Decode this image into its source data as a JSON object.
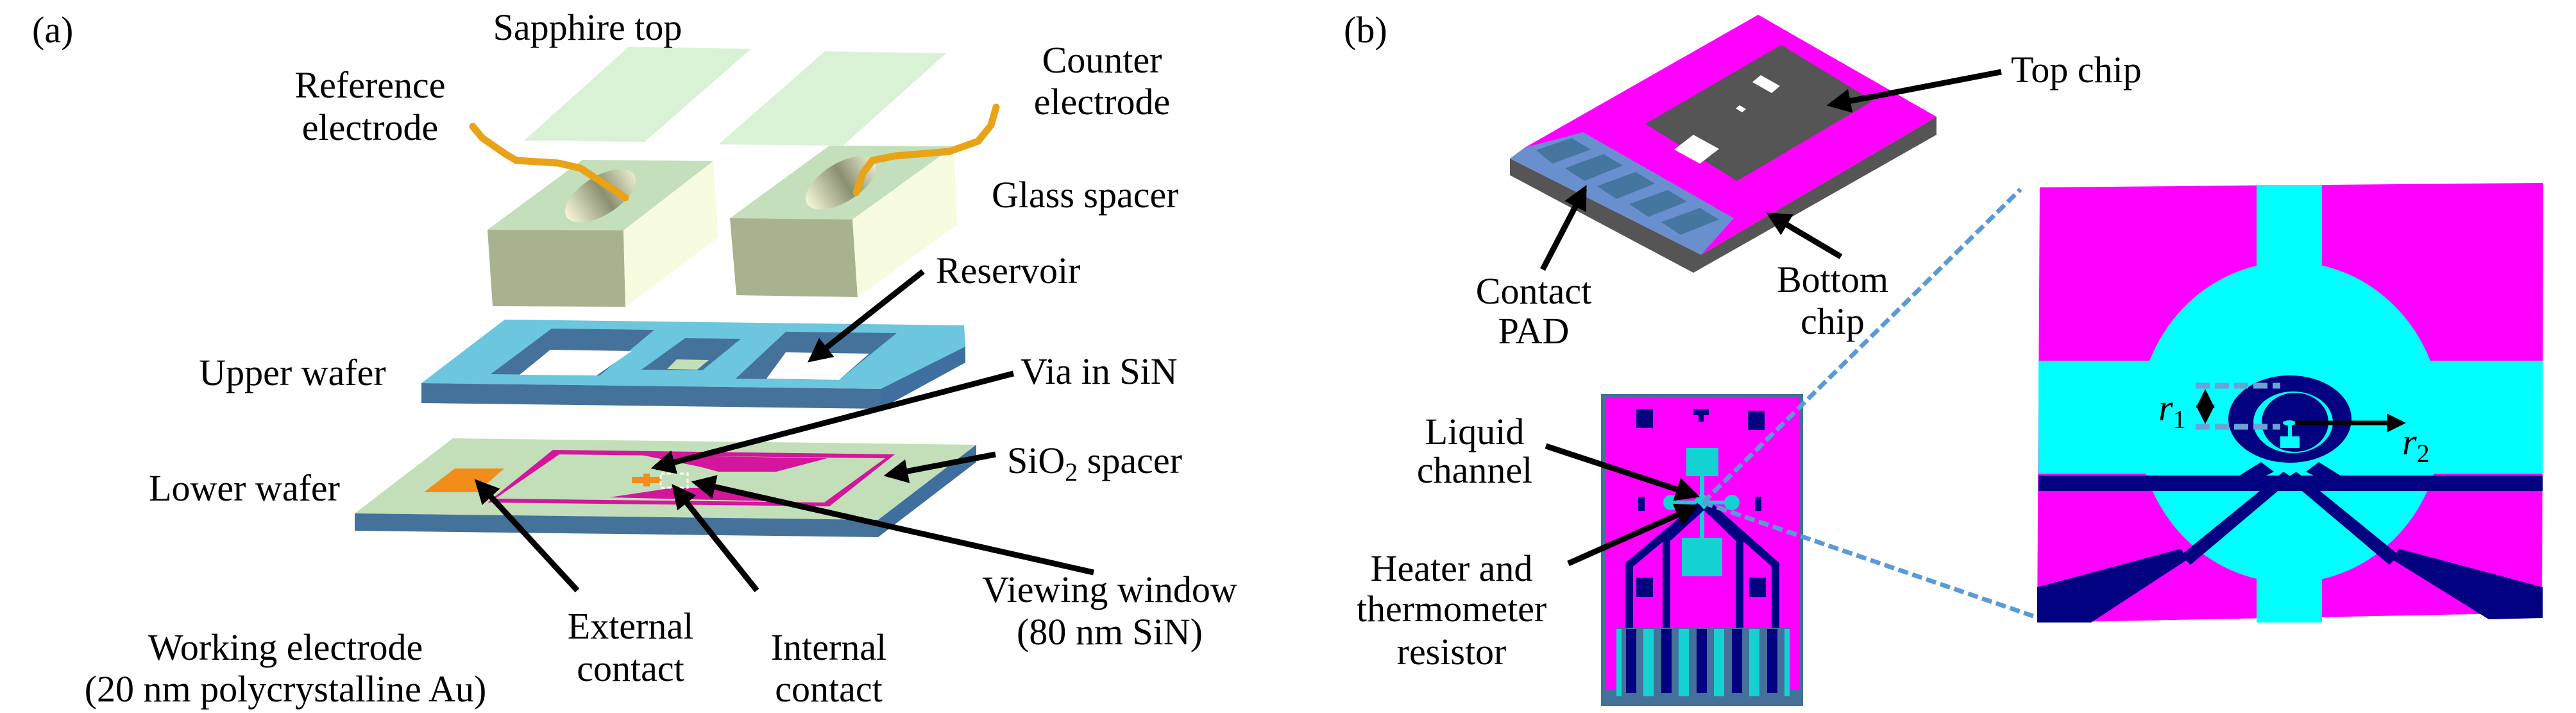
{
  "figure": {
    "panel_a": {
      "tag": "(a)",
      "labels": {
        "sapphire_top": "Sapphire top",
        "reference_electrode": [
          "Reference",
          "electrode"
        ],
        "counter_electrode": [
          "Counter",
          "electrode"
        ],
        "glass_spacer": "Glass spacer",
        "reservoir": "Reservoir",
        "upper_wafer": "Upper wafer",
        "via_in_sin": "Via in SiN",
        "lower_wafer": "Lower wafer",
        "sio2_spacer": {
          "main": "SiO",
          "sub": "2",
          "rest": " spacer"
        },
        "viewing_window": [
          "Viewing window",
          "(80 nm SiN)"
        ],
        "external_contact": [
          "External",
          "contact"
        ],
        "internal_contact": [
          "Internal",
          "contact"
        ],
        "working_electrode": [
          "Working electrode",
          "(20 nm polycrystalline Au)"
        ]
      }
    },
    "panel_b": {
      "tag": "(b)",
      "labels": {
        "top_chip": "Top chip",
        "contact_pad": [
          "Contact",
          "PAD"
        ],
        "bottom_chip": [
          "Bottom",
          "chip"
        ],
        "liquid_channel": [
          "Liquid",
          "channel"
        ],
        "heater_resistor": [
          "Heater and",
          "thermometer",
          "resistor"
        ],
        "r1": {
          "main": "r",
          "sub": "1"
        },
        "r2": {
          "main": "r",
          "sub": "2"
        }
      }
    },
    "colors": {
      "sapphire": "#d9f2d6",
      "glass_top": "#c3dfbb",
      "glass_front": "#a9b28f",
      "glass_side": "#f7fbdf",
      "wire": "#e8a317",
      "wafer_top": "#6cc6dd",
      "wafer_side": "#44729a",
      "lower_top": "#c3dfb9",
      "contact_orange": "#f28c1a",
      "spacer_magenta": "#d3169b",
      "chip_magenta": "#ff00ff",
      "chip_gray": "#555555",
      "pad_blue": "#6a8fcf",
      "pad_dark": "#44769f",
      "cyan": "#00ffff",
      "teal": "#14d2d2",
      "navy": "#000080",
      "border_blue": "#44709a"
    }
  }
}
